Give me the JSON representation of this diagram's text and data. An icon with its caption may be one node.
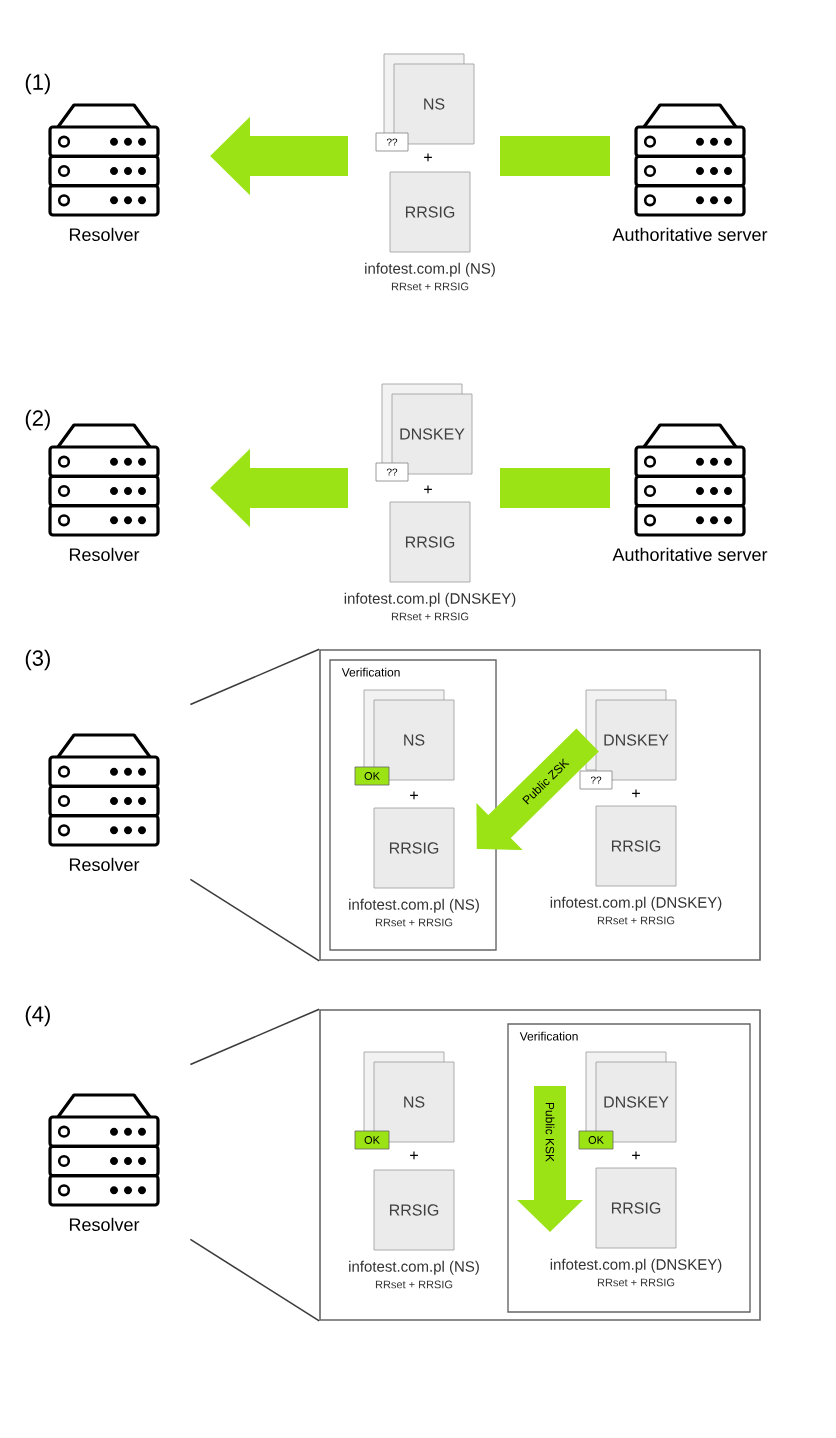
{
  "diagram": {
    "nodes": [
      {
        "text": [
          "Resolver"
        ]
      },
      {
        "text": [
          "NS"
        ]
      },
      {
        "text": [
          "??"
        ]
      },
      {
        "text": [
          "RRSIG"
        ],
        "beside": [
          "infotest.com.pl (NS)",
          "RRset + RRSIG"
        ]
      },
      {
        "text": [
          "Authoritative server"
        ]
      },
      {
        "text": [
          "Resolver"
        ]
      },
      {
        "text": [
          "DNSKEY"
        ]
      },
      {
        "text": [
          "??"
        ]
      },
      {
        "text": [
          "RRSIG"
        ],
        "beside": [
          "infotest.com.pl (DNSKEY)",
          "RRset + RRSIG"
        ]
      },
      {
        "text": [
          "Authoritative server"
        ]
      },
      {
        "text": [
          "Resolver"
        ]
      },
      {
        "text": [],
        "shape": "box"
      },
      {
        "text": [
          "Verification"
        ],
        "in": 11
      },
      {
        "text": [
          "NS"
        ],
        "in": 12
      },
      {
        "text": [
          "OK"
        ],
        "in": 12
      },
      {
        "text": [
          "RRSIG"
        ],
        "in": 12,
        "beside": [
          "infotest.com.pl (NS)",
          "RRset + RRSIG"
        ]
      },
      {
        "text": [
          "DNSKEY"
        ],
        "in": 11
      },
      {
        "text": [
          "??"
        ],
        "in": 11
      },
      {
        "text": [
          "RRSIG"
        ],
        "in": 11,
        "beside": [
          "infotest.com.pl (DNSKEY)",
          "RRset + RRSIG"
        ]
      },
      {
        "text": [
          "Resolver"
        ]
      },
      {
        "text": [],
        "shape": "box"
      },
      {
        "text": [
          "NS"
        ],
        "in": 20
      },
      {
        "text": [
          "OK"
        ],
        "in": 20
      },
      {
        "text": [
          "RRSIG"
        ],
        "in": 20,
        "beside": [
          "infotest.com.pl (NS)",
          "RRset + RRSIG"
        ]
      },
      {
        "text": [
          "Verification"
        ],
        "in": 20
      },
      {
        "text": [
          "DNSKEY"
        ],
        "in": 24
      },
      {
        "text": [
          "OK"
        ],
        "in": 24
      },
      {
        "text": [
          "RRSIG"
        ],
        "in": 24,
        "beside": [
          "infotest.com.pl (DNSKEY)",
          "RRset + RRSIG"
        ]
      }
    ],
    "edges": [
      {
        "from": 10,
        "to": 11,
        "arrow": "none"
      },
      {
        "from": 10,
        "to": 11,
        "arrow": "none"
      },
      {
        "from": 16,
        "to": 12,
        "arrow": "to",
        "style": "thick",
        "color": "#9be314",
        "label": "Public ZSK"
      },
      {
        "from": 19,
        "to": 20,
        "arrow": "none"
      },
      {
        "from": 19,
        "to": 20,
        "arrow": "none"
      }
    ],
    "labels": [
      "(1)",
      "+",
      "(2)",
      "+",
      "(3)",
      "+",
      "+",
      "(4)",
      "+",
      "Public KSK",
      "+"
    ]
  }
}
